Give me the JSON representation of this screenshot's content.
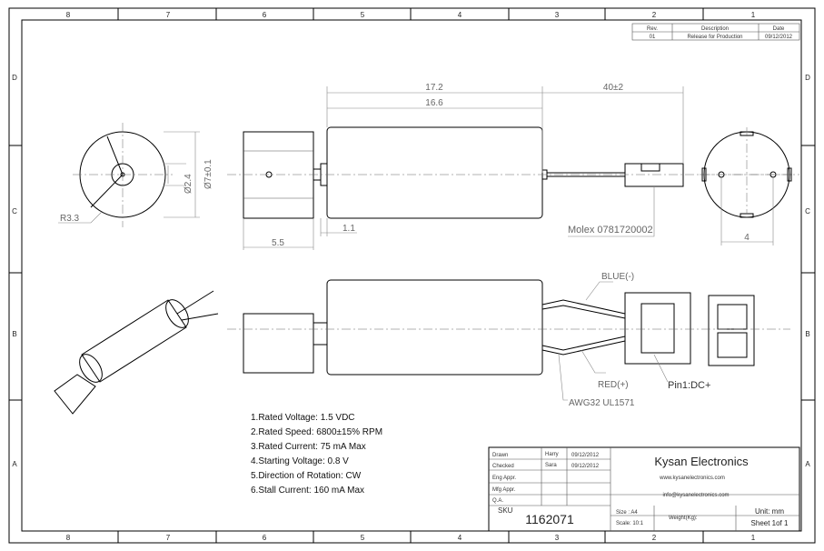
{
  "border": {
    "columns": [
      "8",
      "7",
      "6",
      "5",
      "4",
      "3",
      "2",
      "1"
    ],
    "rows": [
      "D",
      "C",
      "B",
      "A"
    ]
  },
  "revision": {
    "headers": {
      "rev": "Rev.",
      "description": "Description",
      "date": "Date"
    },
    "rows": [
      {
        "rev": "01",
        "description": "Release for Production",
        "date": "09/12/2012"
      }
    ]
  },
  "dimensions": {
    "overall_length": "17.2",
    "body_length": "16.6",
    "lead_length": "40±2",
    "shaft_dia": "Ø2.4",
    "body_dia": "Ø7±0.1",
    "radius": "R3.3",
    "shaft_len": "1.1",
    "weight_len": "5.5",
    "connector_width": "4"
  },
  "callouts": {
    "connector": "Molex 0781720002",
    "blue": "BLUE(-)",
    "red": "RED(+)",
    "pin1": "Pin1:DC+",
    "wire": "AWG32  UL1571"
  },
  "specs": [
    "1.Rated Voltage: 1.5 VDC",
    "2.Rated Speed: 6800±15% RPM",
    "3.Rated Current: 75 mA  Max",
    "4.Starting Voltage: 0.8 V",
    "5.Direction of Rotation: CW",
    "6.Stall Current: 160 mA  Max"
  ],
  "title_block": {
    "drawn_label": "Drawn",
    "drawn_by": "Harry",
    "drawn_date": "09/12/2012",
    "checked_label": "Checked",
    "checked_by": "Sara",
    "checked_date": "09/12/2012",
    "eng_label": "Eng Appr.",
    "mfg_label": "Mfg Appr.",
    "qa_label": "Q.A.",
    "company": "Kysan Electronics",
    "website": "www.kysanelectronics.com",
    "email": "info@kysanelectronics.com",
    "sku_label": "SKU",
    "sku": "1162071",
    "size": "Size : A4",
    "scale": "Scale: 10:1",
    "weight": "Weight(Kg):",
    "unit": "Unit: mm",
    "sheet": "Sheet 1of 1"
  }
}
